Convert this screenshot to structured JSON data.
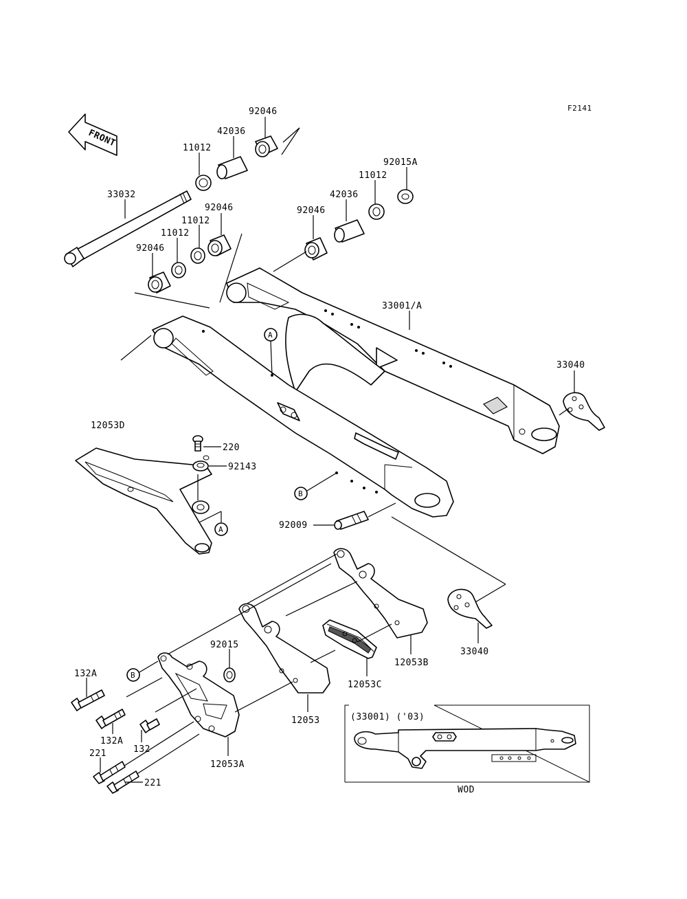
{
  "figure_code": "F2141",
  "front_label": "FRONT",
  "labels": {
    "p92046_top": "92046",
    "p42036_top": "42036",
    "p11012_top": "11012",
    "p33032": "33032",
    "p92046_mid": "92046",
    "p11012_mid": "11012",
    "p11012_low": "11012",
    "p92046_low": "92046",
    "p92015A": "92015A",
    "p11012_right": "11012",
    "p42036_right": "42036",
    "p92046_right": "92046",
    "p33001A": "33001/A",
    "p33040_top": "33040",
    "p12053D": "12053D",
    "p220": "220",
    "p92143": "92143",
    "p92009": "92009",
    "p33040_bottom": "33040",
    "p92015": "92015",
    "p12053B": "12053B",
    "p12053C": "12053C",
    "p132A_top": "132A",
    "p132A_bottom": "132A",
    "p132": "132",
    "p12053": "12053",
    "p221_left": "221",
    "p221_right": "221",
    "p12053A": "12053A"
  },
  "callouts": {
    "a1": "A",
    "a2": "A",
    "b1": "B",
    "b2": "B"
  },
  "inset": {
    "title": "(33001) ('03)",
    "caption": "WOD"
  }
}
